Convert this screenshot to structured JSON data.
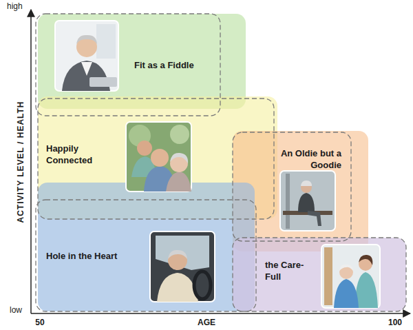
{
  "diagram": {
    "nodes": [
      {
        "text": [
          "Fit as a Fiddle"
        ]
      },
      {
        "text": [
          "Happily Connected"
        ]
      },
      {
        "text": [
          "An Oldie but a Goodie"
        ]
      },
      {
        "text": [
          "Hole in the Heart"
        ]
      },
      {
        "text": [
          "the Care-Full"
        ]
      }
    ],
    "labels": [
      "high",
      "ACTIVITY LEVEL / HEALTH",
      "low",
      "50",
      "AGE",
      "100"
    ]
  }
}
